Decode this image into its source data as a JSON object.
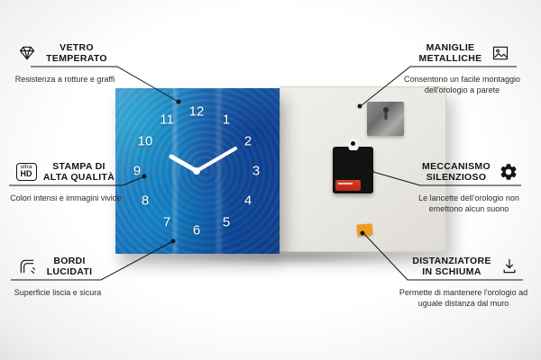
{
  "clock": {
    "numbers": [
      "1",
      "2",
      "3",
      "4",
      "5",
      "6",
      "7",
      "8",
      "9",
      "10",
      "11",
      "12"
    ],
    "time_shown": "10:10"
  },
  "callouts": [
    {
      "title": "VETRO TEMPERATO",
      "desc": "Resistenza a rotture e graffi",
      "icon": "diamond-icon"
    },
    {
      "title": "STAMPA DI ALTA QUALITÀ",
      "desc": "Colori intensi e immagini vivide",
      "icon": "ultra-hd-icon",
      "icon_text_top": "ultra",
      "icon_text_bottom": "HD"
    },
    {
      "title": "BORDI LUCIDATI",
      "desc": "Superficie liscia e sicura",
      "icon": "polished-edge-icon"
    },
    {
      "title": "MANIGLIE METALLICHE",
      "desc": "Consentono un facile montaggio dell'orologio a parete",
      "icon": "picture-frame-icon"
    },
    {
      "title": "MECCANISMO SILENZIOSO",
      "desc": "Le lancette dell'orologio non emettono alcun suono",
      "icon": "gear-icon"
    },
    {
      "title": "DISTANZIATORE IN SCHIUMA",
      "desc": "Permette di mantenere l'orologio ad uguale distanza dal muro",
      "icon": "foam-spacer-icon"
    }
  ],
  "colors": {
    "accent_blue": "#1a57a5",
    "foam_orange": "#f29a1d",
    "line_black": "#141414"
  }
}
